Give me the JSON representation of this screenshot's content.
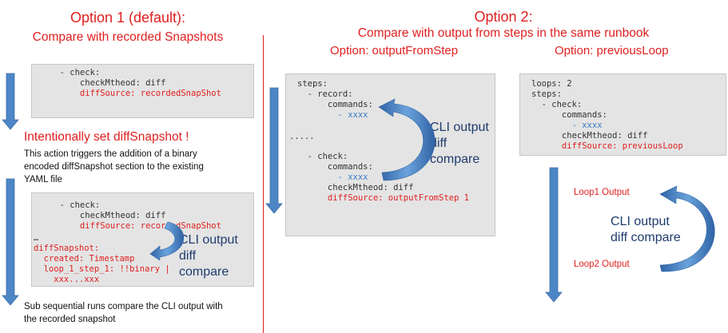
{
  "option1": {
    "title": "Option 1 (default):",
    "subtitle": "Compare with recorded Snapshots",
    "box1": [
      "  - check:",
      "      checkMtheod: diff",
      "      diffSource: recordedSnapShot"
    ],
    "intent": "Intentionally set diffSnapshot  !",
    "note_lines": [
      "This action triggers the addition of a binary",
      "encoded diffSnapshot  section to the existing",
      "YAML file"
    ],
    "box2": {
      "check": "  - check:",
      "method": "      checkMtheod: diff",
      "source": "      diffSource: recordedSnapShot",
      "ellipsis": "…",
      "snapshot": "diffSnapshot:",
      "created": "  created: Timestamp",
      "loop": "  loop_1_step_1: !!binary |",
      "bytes": "    xxx...xxx"
    },
    "cli_lines": [
      "CLI output",
      "diff",
      "compare"
    ],
    "footer_lines": [
      "Sub sequential runs compare the CLI output with",
      "the recorded snapshot"
    ]
  },
  "option2": {
    "title": "Option 2:",
    "subtitle": "Compare with output  from steps in the same runbook",
    "ofs": {
      "label": "Option:  outputFromStep",
      "steps": "steps:",
      "record": "  - record:",
      "commands1": "      commands:",
      "x1": "        - xxxx",
      "dots": ".....",
      "check": "  - check:",
      "commands2": "      commands:",
      "x2": "        - xxxx",
      "method": "      checkMtheod: diff",
      "source": "      diffSource: outputFromStep 1",
      "cli_lines": [
        "CLI output",
        "diff",
        "compare"
      ]
    },
    "pl": {
      "label": "Option:  previousLoop",
      "loops": "loops: 2",
      "steps": "steps:",
      "check": "  - check:",
      "commands": "      commands:",
      "x": "        - xxxx",
      "method": "      checkMtheod: diff",
      "source": "      diffSource: previousLoop",
      "loop1": "Loop1 Output",
      "loop2": "Loop2 Output",
      "cli_lines": [
        "CLI output",
        "diff compare"
      ]
    }
  },
  "colors": {
    "title": "#e02020",
    "arrow": "#4d86c6",
    "box": "#e4e4e4",
    "cli": "#1f3c6e",
    "divider": "#e02020"
  }
}
